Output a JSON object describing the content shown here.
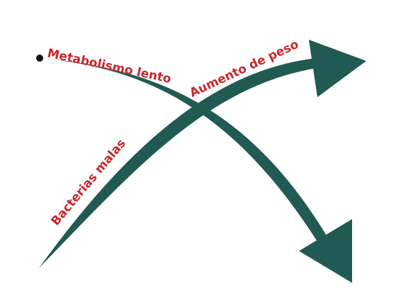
{
  "colors": {
    "arrow": "#215a52",
    "label": "#c8282d",
    "start_dot": "#111111",
    "background": "#ffffff"
  },
  "labels": {
    "metabolismo": "Metabolismo lento",
    "aumento": "Aumento de peso",
    "bacterias": "Bacterias malas"
  },
  "icons": {
    "start_marker": "dot-icon",
    "arrowheads": "arrow-head-icon"
  }
}
